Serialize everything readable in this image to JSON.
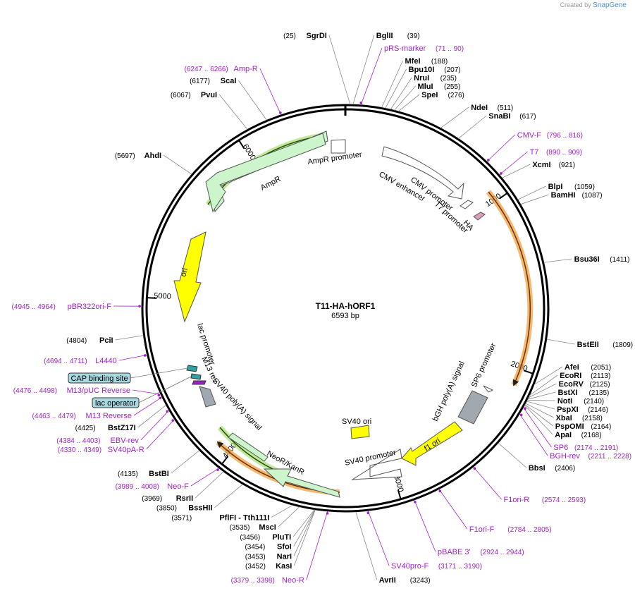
{
  "credit": {
    "prefix": "Created by",
    "brand": "SnapGene"
  },
  "plasmid": {
    "name": "T11-HA-hORF1",
    "length_label": "6593 bp",
    "length": 6593
  },
  "ticks": [
    {
      "bp": 1000,
      "label": "1000"
    },
    {
      "bp": 2000,
      "label": "2000"
    },
    {
      "bp": 3000,
      "label": "3000"
    },
    {
      "bp": 4000,
      "label": "4000"
    },
    {
      "bp": 5000,
      "label": "5000"
    },
    {
      "bp": 6000,
      "label": "6000"
    }
  ],
  "enzymes_right": [
    {
      "name": "BglII",
      "pos": "(39)",
      "bp": 39
    },
    {
      "name": "MfeI",
      "pos": "(188)",
      "bp": 188
    },
    {
      "name": "Bpu10I",
      "pos": "(207)",
      "bp": 207
    },
    {
      "name": "NruI",
      "pos": "(235)",
      "bp": 235
    },
    {
      "name": "MluI",
      "pos": "(255)",
      "bp": 255
    },
    {
      "name": "SpeI",
      "pos": "(276)",
      "bp": 276
    },
    {
      "name": "NdeI",
      "pos": "(511)",
      "bp": 511
    },
    {
      "name": "SnaBI",
      "pos": "(617)",
      "bp": 617
    },
    {
      "name": "XcmI",
      "pos": "(921)",
      "bp": 921
    },
    {
      "name": "BlpI",
      "pos": "(1059)",
      "bp": 1059
    },
    {
      "name": "BamHI",
      "pos": "(1087)",
      "bp": 1087
    },
    {
      "name": "Bsu36I",
      "pos": "(1411)",
      "bp": 1411
    },
    {
      "name": "BstEII",
      "pos": "(1809)",
      "bp": 1809
    },
    {
      "name": "AfeI",
      "pos": "(2051)",
      "bp": 2051
    },
    {
      "name": "EcoRI",
      "pos": "(2113)",
      "bp": 2113
    },
    {
      "name": "EcoRV",
      "pos": "(2125)",
      "bp": 2125
    },
    {
      "name": "BstXI",
      "pos": "(2135)",
      "bp": 2135
    },
    {
      "name": "NotI",
      "pos": "(2140)",
      "bp": 2140
    },
    {
      "name": "PspXI",
      "pos": "(2146)",
      "bp": 2146
    },
    {
      "name": "XbaI",
      "pos": "(2158)",
      "bp": 2158
    },
    {
      "name": "PspOMI",
      "pos": "(2164)",
      "bp": 2164
    },
    {
      "name": "ApaI",
      "pos": "(2168)",
      "bp": 2168
    },
    {
      "name": "BbsI",
      "pos": "(2406)",
      "bp": 2406
    },
    {
      "name": "AvrII",
      "pos": "(3243)",
      "bp": 3243
    }
  ],
  "enzymes_left": [
    {
      "name": "SgrDI",
      "pos": "(25)",
      "bp": 25
    },
    {
      "name": "ScaI",
      "pos": "(6177)",
      "bp": 6177
    },
    {
      "name": "PvuI",
      "pos": "(6067)",
      "bp": 6067
    },
    {
      "name": "AhdI",
      "pos": "(5697)",
      "bp": 5697
    },
    {
      "name": "PciI",
      "pos": "(4804)",
      "bp": 4804
    },
    {
      "name": "BstZ17I",
      "pos": "(4425)",
      "bp": 4425
    },
    {
      "name": "BstBI",
      "pos": "(4135)",
      "bp": 4135
    },
    {
      "name": "RsrII",
      "pos": "(3969)",
      "bp": 3969
    },
    {
      "name": "BssHII",
      "pos": "(3850)",
      "bp": 3850
    },
    {
      "name": "PflFI - Tth111I",
      "pos": "(3571)",
      "bp": 3571
    },
    {
      "name": "MscI",
      "pos": "(3535)",
      "bp": 3535
    },
    {
      "name": "PluTI",
      "pos": "(3456)",
      "bp": 3456
    },
    {
      "name": "SfoI",
      "pos": "(3454)",
      "bp": 3454
    },
    {
      "name": "NarI",
      "pos": "(3453)",
      "bp": 3453
    },
    {
      "name": "KasI",
      "pos": "(3452)",
      "bp": 3452
    }
  ],
  "primers": [
    {
      "name": "pRS-marker",
      "range": "(71 .. 90)",
      "bp": 80
    },
    {
      "name": "CMV-F",
      "range": "(796 .. 816)",
      "bp": 806
    },
    {
      "name": "T7",
      "range": "(890 .. 909)",
      "bp": 900
    },
    {
      "name": "SP6",
      "range": "(2174 .. 2191)",
      "bp": 2182
    },
    {
      "name": "BGH-rev",
      "range": "(2211 .. 2228)",
      "bp": 2220
    },
    {
      "name": "F1ori-R",
      "range": "(2574 .. 2593)",
      "bp": 2584
    },
    {
      "name": "F1ori-F",
      "range": "(2784 .. 2805)",
      "bp": 2795
    },
    {
      "name": "pBABE 3'",
      "range": "(2924 .. 2944)",
      "bp": 2934
    },
    {
      "name": "SV40pro-F",
      "range": "(3171 .. 3190)",
      "bp": 3180
    },
    {
      "name": "Neo-R",
      "range": "(3379 .. 3398)",
      "bp": 3388
    },
    {
      "name": "Neo-F",
      "range": "(3989 .. 4008)",
      "bp": 3998
    },
    {
      "name": "SV40pA-R",
      "range": "(4330 .. 4349)",
      "bp": 4340
    },
    {
      "name": "EBV-rev",
      "range": "(4384 .. 4403)",
      "bp": 4394
    },
    {
      "name": "M13 Reverse",
      "range": "(4463 .. 4479)",
      "bp": 4471
    },
    {
      "name": "M13/pUC Reverse",
      "range": "(4476 .. 4498)",
      "bp": 4487
    },
    {
      "name": "L4440",
      "range": "(4694 .. 4711)",
      "bp": 4702
    },
    {
      "name": "pBR322ori-F",
      "range": "(4945 .. 4964)",
      "bp": 4955
    },
    {
      "name": "Amp-R",
      "range": "(6247 .. 6266)",
      "bp": 6256
    }
  ],
  "boxed_labels": [
    {
      "name": "CAP binding site"
    },
    {
      "name": "lac operator"
    }
  ],
  "features": [
    {
      "name": "AmpR promoter",
      "color": "#ffffff"
    },
    {
      "name": "AmpR",
      "color": "#ccf5cc"
    },
    {
      "name": "CMV enhancer",
      "color": "#ffffff"
    },
    {
      "name": "CMV promoter",
      "color": "#ffffff"
    },
    {
      "name": "T7 promoter",
      "color": "#ffffff"
    },
    {
      "name": "HA",
      "color": "#d9a0b8"
    },
    {
      "name": "ori",
      "color": "#ffff00"
    },
    {
      "name": "lac promoter",
      "color": "#ffffff"
    },
    {
      "name": "M13 rev",
      "color": "#a020c8"
    },
    {
      "name": "SV40 poly(A) signal",
      "color": "#a0a8b0"
    },
    {
      "name": "NeoR/KanR",
      "color": "#ccf5cc"
    },
    {
      "name": "SV40 promoter",
      "color": "#ffffff"
    },
    {
      "name": "SV40 ori",
      "color": "#ffff00"
    },
    {
      "name": "f1 ori",
      "color": "#ffff00"
    },
    {
      "name": "bGH poly(A) signal",
      "color": "#a0a8b0"
    },
    {
      "name": "SP6 promoter",
      "color": "#ffffff"
    }
  ],
  "colors": {
    "primer": "#a020c8",
    "orf_highlight": "#f0a040",
    "feature_highlight": "#a8e070"
  }
}
